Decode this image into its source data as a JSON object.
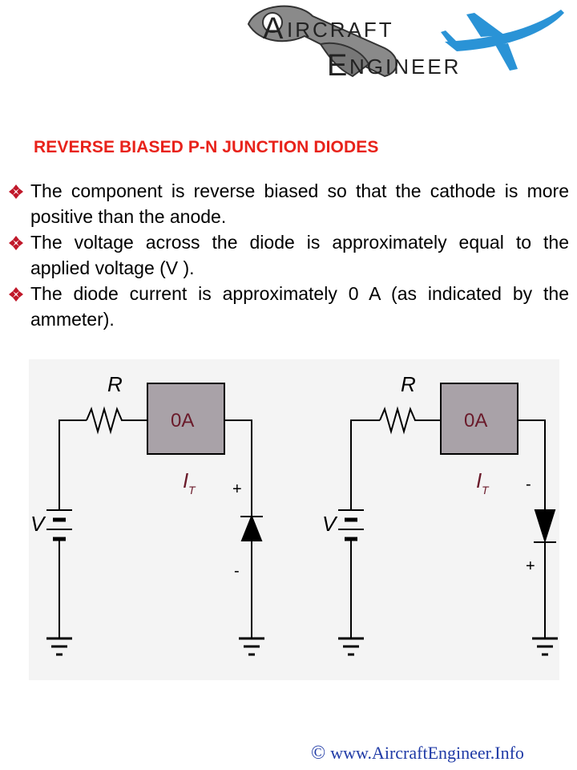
{
  "logo": {
    "line1": "IRCRAFT",
    "line2": "NGINEER",
    "initial1": "A",
    "initial2": "E"
  },
  "title": "REVERSE BIASED P-N JUNCTION DIODES",
  "bullets": [
    "The component is reverse biased so that the cathode is more positive than the anode.",
    "The voltage across the diode is approximately equal to the applied voltage (V ).",
    "The diode current is approximately 0 A (as indicated by the ammeter)."
  ],
  "circuits": [
    {
      "resistor_label": "R",
      "ammeter_reading": "0A",
      "current_label": "I",
      "current_subscript": "T",
      "source_label": "V",
      "top_polarity": "+",
      "bottom_polarity": "-"
    },
    {
      "resistor_label": "R",
      "ammeter_reading": "0A",
      "current_label": "I",
      "current_subscript": "T",
      "source_label": "V",
      "top_polarity": "-",
      "bottom_polarity": "+"
    }
  ],
  "footer": {
    "copyright_symbol": "©",
    "url": "www.AircraftEngineer.Info"
  },
  "colors": {
    "title": "#e8221a",
    "bullet": "#c0182a",
    "ammeter": "#a9a2a8",
    "footer": "#1f3aa6",
    "plane": "#2a93d6"
  }
}
